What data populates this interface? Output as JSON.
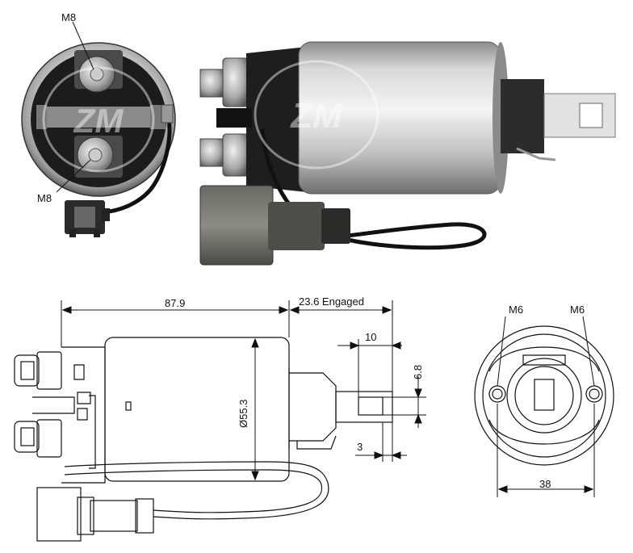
{
  "photo_labels": {
    "stud_top": "M8",
    "stud_bottom": "M8"
  },
  "drawing_labels": {
    "length": "87.9",
    "plunger_travel": "23.6 Engaged",
    "tab_length": "10",
    "tab_width": "6.8",
    "diameter": "Ø55.3",
    "tab_offset": "3",
    "hole_left": "M6",
    "hole_right": "M6",
    "hole_spacing": "38"
  }
}
